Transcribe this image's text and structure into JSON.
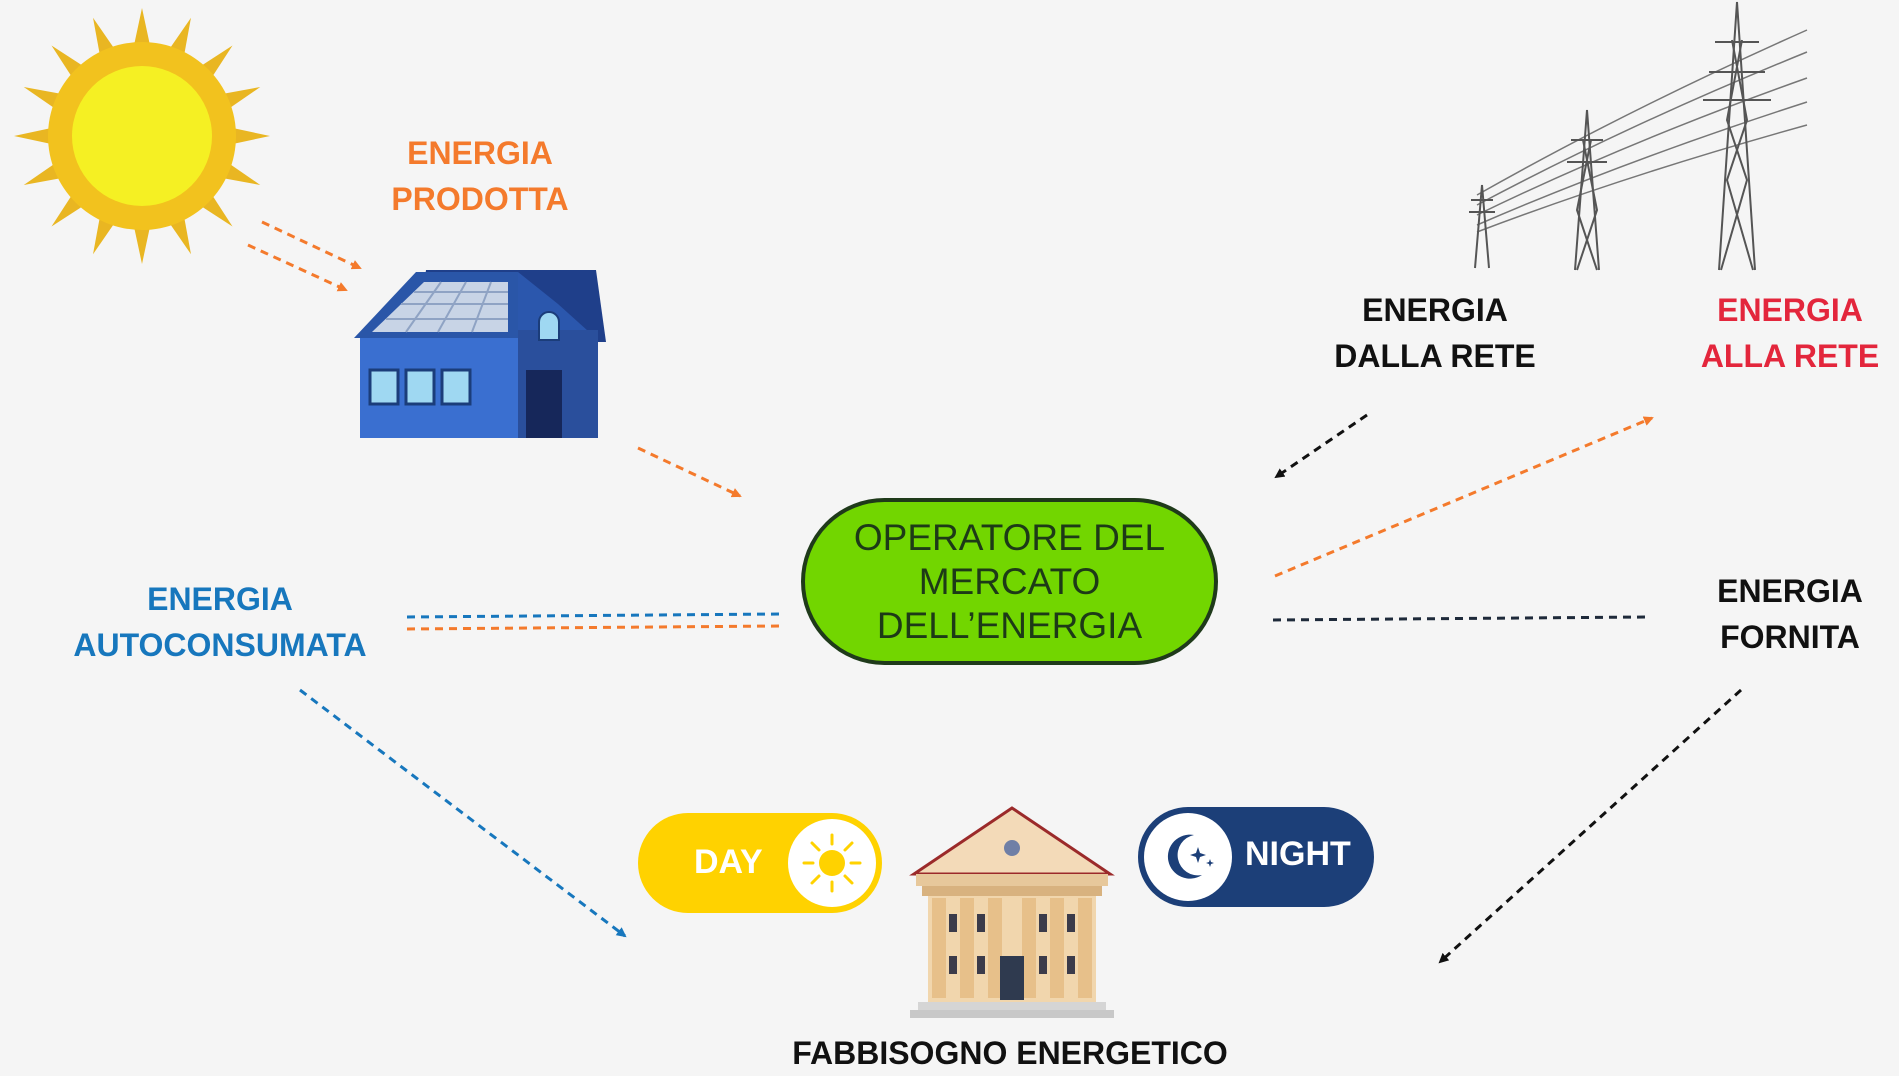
{
  "labels": {
    "energia_prodotta": [
      "ENERGIA",
      "PRODOTTA"
    ],
    "energia_dalla_rete": [
      "ENERGIA",
      "DALLA RETE"
    ],
    "energia_alla_rete": [
      "ENERGIA",
      "ALLA RETE"
    ],
    "energia_autoconsumata": [
      "ENERGIA",
      "AUTOCONSUMATA"
    ],
    "energia_fornita": [
      "ENERGIA",
      "FORNITA"
    ],
    "fabbisogno": "FABBISOGNO ENERGETICO"
  },
  "operator": [
    "OPERATORE DEL",
    "MERCATO",
    "DELL’ENERGIA"
  ],
  "day_toggle": "DAY",
  "night_toggle": "NIGHT",
  "icons": [
    "sun-icon",
    "solar-house-icon",
    "power-pylons-icon",
    "building-icon",
    "sun-small-icon",
    "moon-icon"
  ],
  "colors": {
    "orange": "#f47a2c",
    "blue": "#1777bd",
    "black": "#111111",
    "red": "#e3263c",
    "operator_green": "#72d600",
    "day_yellow": "#ffd200",
    "night_navy": "#1c3f78"
  }
}
